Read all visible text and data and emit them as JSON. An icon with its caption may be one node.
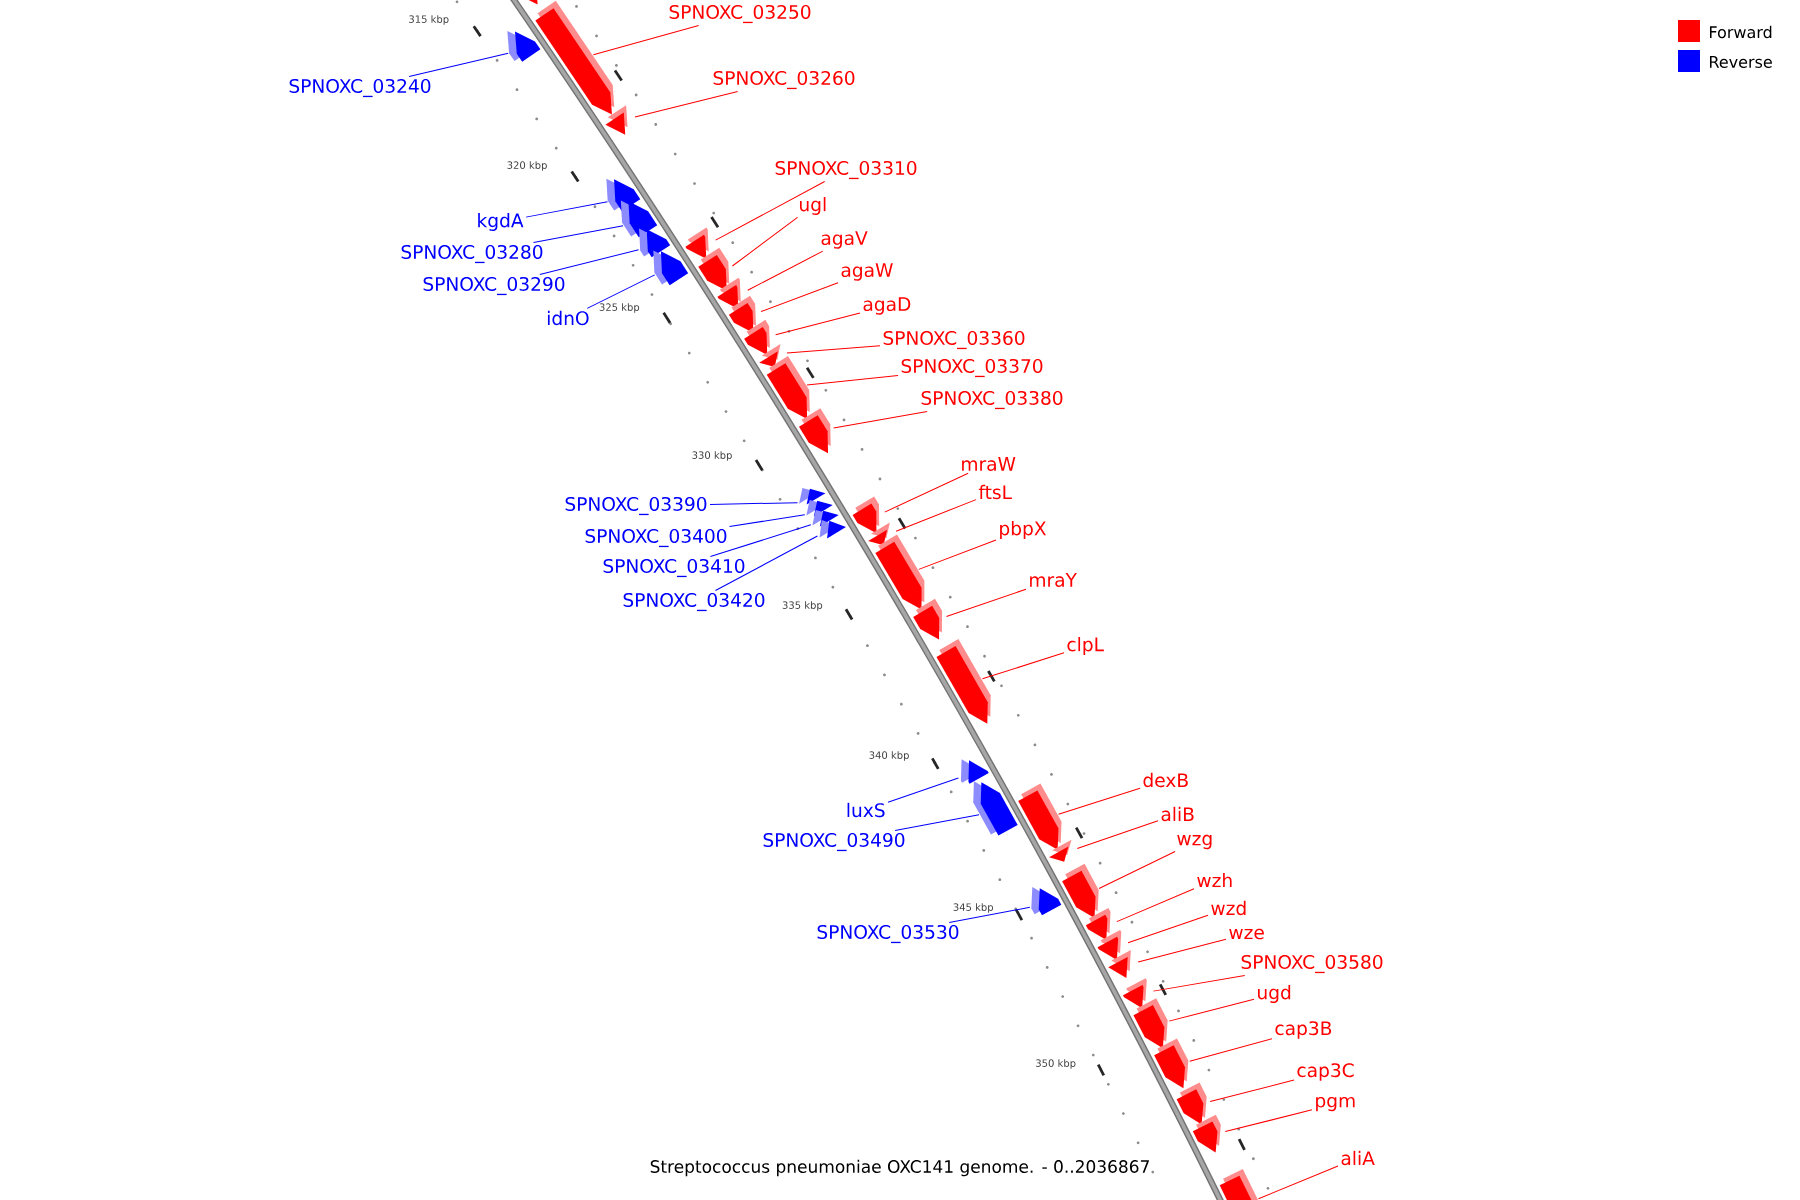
{
  "diagram": {
    "caption": "Streptococcus pneumoniae OXC141 genome. - 0..2036867",
    "nodes": [
      {
        "text": [],
        "shape": "bar"
      },
      {
        "text": [
          "SPNOXC_03250"
        ]
      },
      {
        "text": [],
        "shape": "bar"
      },
      {
        "text": [
          "SPNOXC_03240"
        ]
      },
      {
        "text": [],
        "shape": "bar"
      },
      {
        "text": [
          "SPNOXC_03260"
        ]
      },
      {
        "text": [],
        "shape": "bar"
      },
      {
        "text": [
          "kgdA"
        ]
      },
      {
        "text": [],
        "shape": "bar"
      },
      {
        "text": [
          "SPNOXC_03280"
        ]
      },
      {
        "text": [],
        "shape": "bar"
      },
      {
        "text": [
          "SPNOXC_03290"
        ]
      },
      {
        "text": [],
        "shape": "bar"
      },
      {
        "text": [
          "idnO"
        ]
      },
      {
        "text": [],
        "shape": "bar"
      },
      {
        "text": [
          "SPNOXC_03310"
        ]
      },
      {
        "text": [],
        "shape": "bar"
      },
      {
        "text": [
          "ugl"
        ]
      },
      {
        "text": [],
        "shape": "bar"
      },
      {
        "text": [
          "agaV"
        ]
      },
      {
        "text": [],
        "shape": "bar"
      },
      {
        "text": [
          "agaW"
        ]
      },
      {
        "text": [],
        "shape": "bar"
      },
      {
        "text": [
          "agaD"
        ]
      },
      {
        "text": [],
        "shape": "bar"
      },
      {
        "text": [
          "SPNOXC_03360"
        ]
      },
      {
        "text": [],
        "shape": "bar"
      },
      {
        "text": [
          "SPNOXC_03370"
        ]
      },
      {
        "text": [],
        "shape": "bar"
      },
      {
        "text": [
          "SPNOXC_03380"
        ]
      },
      {
        "text": [],
        "shape": "bar"
      },
      {
        "text": [
          "SPNOXC_03390"
        ]
      },
      {
        "text": [],
        "shape": "bar"
      },
      {
        "text": [
          "SPNOXC_03400"
        ]
      },
      {
        "text": [],
        "shape": "bar"
      },
      {
        "text": [
          "SPNOXC_03410"
        ]
      },
      {
        "text": [],
        "shape": "bar"
      },
      {
        "text": [
          "SPNOXC_03420"
        ]
      },
      {
        "text": [],
        "shape": "bar"
      },
      {
        "text": [
          "mraW"
        ]
      },
      {
        "text": [],
        "shape": "bar"
      },
      {
        "text": [
          "ftsL"
        ]
      },
      {
        "text": [],
        "shape": "bar"
      },
      {
        "text": [
          "pbpX"
        ]
      },
      {
        "text": [],
        "shape": "bar"
      },
      {
        "text": [
          "mraY"
        ]
      },
      {
        "text": [],
        "shape": "bar"
      },
      {
        "text": [
          "clpL"
        ]
      },
      {
        "text": [],
        "shape": "bar"
      },
      {
        "text": [
          "luxS"
        ]
      },
      {
        "text": [],
        "shape": "bar"
      },
      {
        "text": [
          "SPNOXC_03490"
        ]
      },
      {
        "text": [],
        "shape": "bar"
      },
      {
        "text": [
          "dexB"
        ]
      },
      {
        "text": [],
        "shape": "bar"
      },
      {
        "text": [
          "aliB"
        ]
      },
      {
        "text": [],
        "shape": "bar"
      },
      {
        "text": [
          "wzg"
        ]
      },
      {
        "text": [],
        "shape": "bar"
      },
      {
        "text": [
          "SPNOXC_03530"
        ]
      },
      {
        "text": [],
        "shape": "bar"
      },
      {
        "text": [
          "wzh"
        ]
      },
      {
        "text": [],
        "shape": "bar"
      },
      {
        "text": [
          "wzd"
        ]
      },
      {
        "text": [],
        "shape": "bar"
      },
      {
        "text": [
          "wze"
        ]
      },
      {
        "text": [],
        "shape": "bar"
      },
      {
        "text": [
          "SPNOXC_03580"
        ]
      },
      {
        "text": [],
        "shape": "bar"
      },
      {
        "text": [
          "ugd"
        ]
      },
      {
        "text": [],
        "shape": "bar"
      },
      {
        "text": [
          "cap3B"
        ]
      },
      {
        "text": [],
        "shape": "bar"
      },
      {
        "text": [
          "cap3C"
        ]
      },
      {
        "text": [],
        "shape": "bar"
      },
      {
        "text": [
          "pgm"
        ]
      },
      {
        "text": [],
        "shape": "bar"
      },
      {
        "text": [
          "aliA"
        ]
      },
      {
        "text": [],
        "shape": "bar"
      }
    ],
    "edges": [
      {
        "from": 1,
        "to": 2,
        "arrow": "none"
      },
      {
        "from": 3,
        "to": 4,
        "arrow": "none",
        "color": "#0000ff"
      },
      {
        "from": 5,
        "to": 6,
        "arrow": "none"
      },
      {
        "from": 7,
        "to": 8,
        "arrow": "none",
        "color": "#0000ff"
      },
      {
        "from": 9,
        "to": 10,
        "arrow": "none",
        "color": "#0000ff"
      },
      {
        "from": 11,
        "to": 12,
        "arrow": "none",
        "color": "#0000ff"
      },
      {
        "from": 13,
        "to": 14,
        "arrow": "none",
        "color": "#0000ff"
      },
      {
        "from": 15,
        "to": 16,
        "arrow": "none"
      },
      {
        "from": 17,
        "to": 18,
        "arrow": "none"
      },
      {
        "from": 19,
        "to": 20,
        "arrow": "none"
      },
      {
        "from": 21,
        "to": 22,
        "arrow": "none"
      },
      {
        "from": 23,
        "to": 24,
        "arrow": "none"
      },
      {
        "from": 25,
        "to": 26,
        "arrow": "none"
      },
      {
        "from": 27,
        "to": 28,
        "arrow": "none"
      },
      {
        "from": 29,
        "to": 30,
        "arrow": "none"
      },
      {
        "from": 31,
        "to": 32,
        "arrow": "none",
        "color": "#0000ff"
      },
      {
        "from": 33,
        "to": 34,
        "arrow": "none",
        "color": "#0000ff"
      },
      {
        "from": 35,
        "to": 36,
        "arrow": "none",
        "color": "#0000ff"
      },
      {
        "from": 37,
        "to": 38,
        "arrow": "none",
        "color": "#0000ff"
      },
      {
        "from": 39,
        "to": 40,
        "arrow": "none"
      },
      {
        "from": 41,
        "to": 42,
        "arrow": "none"
      },
      {
        "from": 43,
        "to": 44,
        "arrow": "none"
      },
      {
        "from": 45,
        "to": 46,
        "arrow": "none"
      },
      {
        "from": 47,
        "to": 48,
        "arrow": "none"
      },
      {
        "from": 49,
        "to": 50,
        "arrow": "none",
        "color": "#0000ff"
      },
      {
        "from": 51,
        "to": 52,
        "arrow": "none",
        "color": "#0000ff"
      },
      {
        "from": 53,
        "to": 54,
        "arrow": "none"
      },
      {
        "from": 55,
        "to": 56,
        "arrow": "none"
      },
      {
        "from": 57,
        "to": 58,
        "arrow": "none"
      },
      {
        "from": 59,
        "to": 60,
        "arrow": "none",
        "color": "#0000ff"
      },
      {
        "from": 61,
        "to": 62,
        "arrow": "none"
      },
      {
        "from": 63,
        "to": 64,
        "arrow": "none"
      },
      {
        "from": 65,
        "to": 66,
        "arrow": "none"
      },
      {
        "from": 67,
        "to": 68,
        "arrow": "none"
      },
      {
        "from": 69,
        "to": 70,
        "arrow": "none"
      },
      {
        "from": 71,
        "to": 72,
        "arrow": "none"
      },
      {
        "from": 73,
        "to": 74,
        "arrow": "none"
      },
      {
        "from": 75,
        "to": 76,
        "arrow": "none"
      },
      {
        "from": 77,
        "to": 78,
        "arrow": "none"
      }
    ],
    "labels": [
      "315 kbp",
      "320 kbp",
      "325 kbp",
      "330 kbp",
      "335 kbp",
      "340 kbp",
      "345 kbp",
      "350 kbp"
    ],
    "legend": [
      {
        "text": "Forward",
        "color": "#ff0000"
      },
      {
        "text": "Reverse",
        "color": "#0000ff"
      }
    ]
  }
}
